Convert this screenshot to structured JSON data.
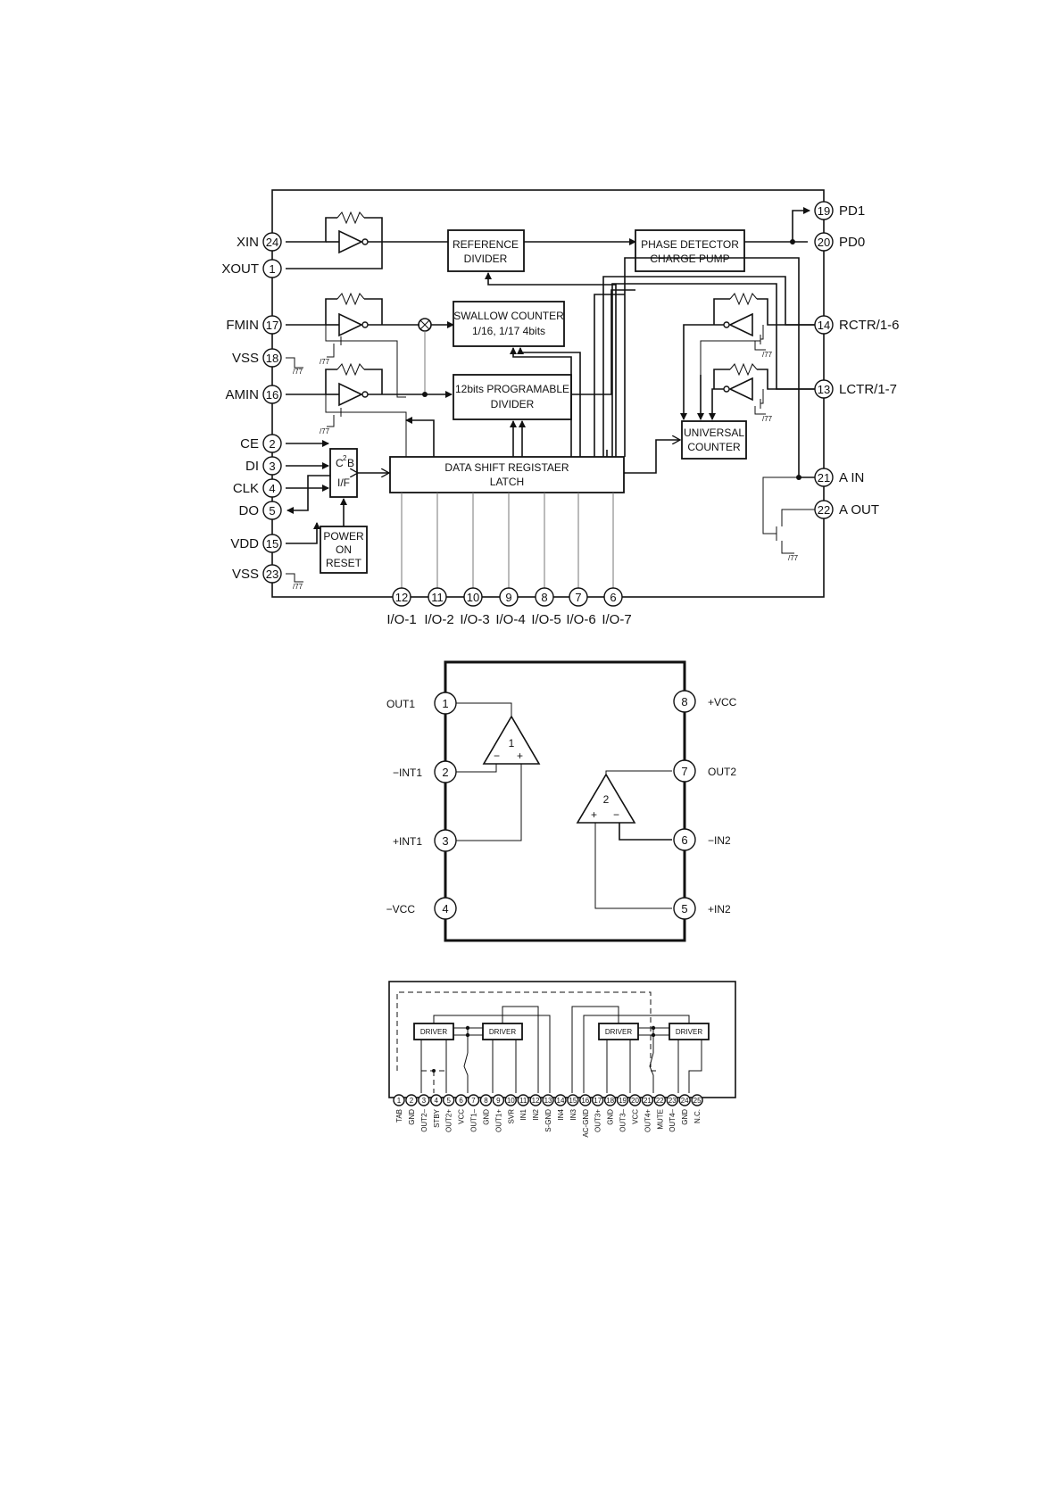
{
  "pll": {
    "blocks": {
      "ref": [
        "REFERENCE",
        "DIVIDER"
      ],
      "pd": [
        "PHASE DETECTOR",
        "CHARGE PUMP"
      ],
      "swallow": [
        "SWALLOW COUNTER",
        "1/16, 1/17 4bits"
      ],
      "prog": [
        "12bits PROGRAMABLE",
        "DIVIDER"
      ],
      "universal": [
        "UNIVERSAL",
        "COUNTER"
      ],
      "shift": [
        "DATA SHIFT REGISTAER",
        "LATCH"
      ],
      "power": [
        "POWER",
        "ON",
        "RESET"
      ],
      "ccb_top": "C",
      "ccb_sup": "2",
      "ccb_b": "B",
      "ccb_if": "I/F"
    },
    "left_pins": [
      {
        "n": "24",
        "label": "XIN"
      },
      {
        "n": "1",
        "label": "XOUT"
      },
      {
        "n": "17",
        "label": "FMIN"
      },
      {
        "n": "18",
        "label": "VSS"
      },
      {
        "n": "16",
        "label": "AMIN"
      },
      {
        "n": "2",
        "label": "CE"
      },
      {
        "n": "3",
        "label": "DI"
      },
      {
        "n": "4",
        "label": "CLK"
      },
      {
        "n": "5",
        "label": "DO"
      },
      {
        "n": "15",
        "label": "VDD"
      },
      {
        "n": "23",
        "label": "VSS"
      }
    ],
    "right_pins": [
      {
        "n": "19",
        "label": "PD1"
      },
      {
        "n": "20",
        "label": "PD0"
      },
      {
        "n": "14",
        "label": "RCTR/1-6"
      },
      {
        "n": "13",
        "label": "LCTR/1-7"
      },
      {
        "n": "21",
        "label": "A IN"
      },
      {
        "n": "22",
        "label": "A OUT"
      }
    ],
    "bottom_pins": [
      {
        "n": "12",
        "label": "I/O-1"
      },
      {
        "n": "11",
        "label": "I/O-2"
      },
      {
        "n": "10",
        "label": "I/O-3"
      },
      {
        "n": "9",
        "label": "I/O-4"
      },
      {
        "n": "8",
        "label": "I/O-5"
      },
      {
        "n": "7",
        "label": "I/O-6"
      },
      {
        "n": "6",
        "label": "I/O-7"
      }
    ]
  },
  "opamp": {
    "amp1": "1",
    "amp2": "2",
    "signs": {
      "minus": "−",
      "plus": "+"
    },
    "left_pins": [
      {
        "n": "1",
        "label": "OUT1"
      },
      {
        "n": "2",
        "label": "−INT1"
      },
      {
        "n": "3",
        "label": "+INT1"
      },
      {
        "n": "4",
        "label": "−VCC"
      }
    ],
    "right_pins": [
      {
        "n": "8",
        "label": "+VCC"
      },
      {
        "n": "7",
        "label": "OUT2"
      },
      {
        "n": "6",
        "label": "−IN2"
      },
      {
        "n": "5",
        "label": "+IN2"
      }
    ]
  },
  "driver": {
    "block_label": "DRIVER",
    "pins": [
      {
        "n": "1",
        "label": "TAB"
      },
      {
        "n": "2",
        "label": "GND"
      },
      {
        "n": "3",
        "label": "OUT2–"
      },
      {
        "n": "4",
        "label": "STBY"
      },
      {
        "n": "5",
        "label": "OUT2+"
      },
      {
        "n": "6",
        "label": "VCC"
      },
      {
        "n": "7",
        "label": "OUT1–"
      },
      {
        "n": "8",
        "label": "GND"
      },
      {
        "n": "9",
        "label": "OUT1+"
      },
      {
        "n": "10",
        "label": "SVR"
      },
      {
        "n": "11",
        "label": "IN1"
      },
      {
        "n": "12",
        "label": "IN2"
      },
      {
        "n": "13",
        "label": "S-GND"
      },
      {
        "n": "14",
        "label": "IN4"
      },
      {
        "n": "15",
        "label": "IN3"
      },
      {
        "n": "16",
        "label": "AC-GND"
      },
      {
        "n": "17",
        "label": "OUT3+"
      },
      {
        "n": "18",
        "label": "GND"
      },
      {
        "n": "19",
        "label": "OUT3–"
      },
      {
        "n": "20",
        "label": "VCC"
      },
      {
        "n": "21",
        "label": "OUT4+"
      },
      {
        "n": "22",
        "label": "MUTE"
      },
      {
        "n": "23",
        "label": "OUT4–"
      },
      {
        "n": "24",
        "label": "GND"
      },
      {
        "n": "25",
        "label": "N.C."
      }
    ]
  }
}
